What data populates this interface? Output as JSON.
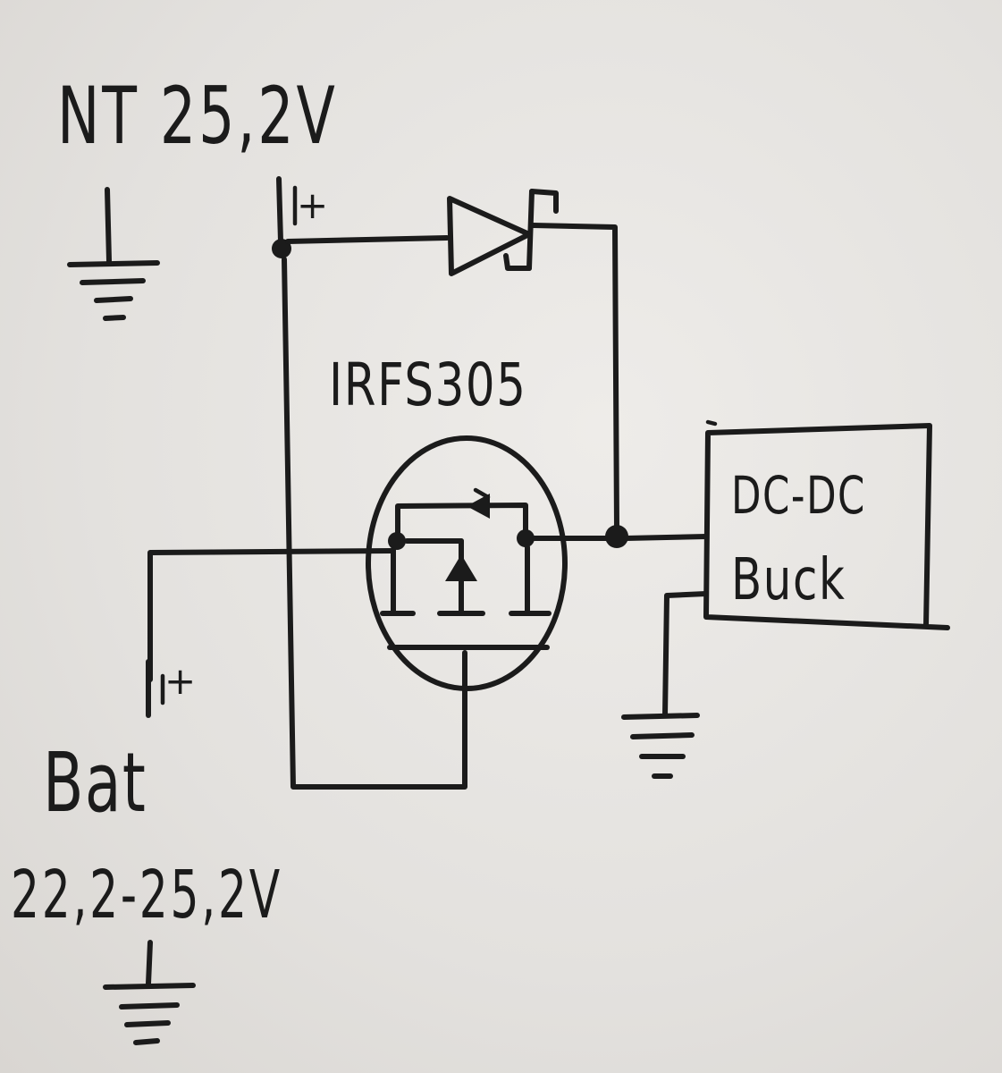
{
  "labels": {
    "input_source": "NT 25,2V",
    "mosfet": "IRFS305",
    "converter_line1": "DC-DC",
    "converter_line2": "Buck",
    "battery": "Bat",
    "battery_voltage": "22,2-25,2V"
  },
  "polarity_marks": {
    "input_plus": "+",
    "battery_plus": "+"
  },
  "ink_color": "#1b1b1b",
  "paper_color": "#e6e4e1"
}
